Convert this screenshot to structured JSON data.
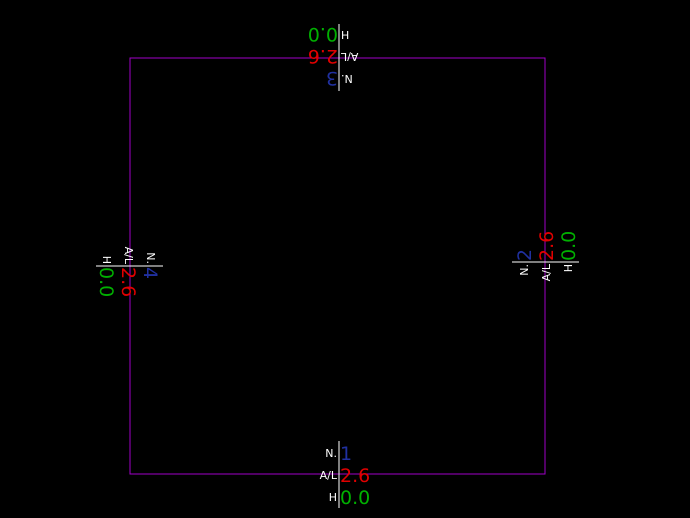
{
  "colors": {
    "background": "#000000",
    "outline": "#a000c8",
    "divider": "#ffffff",
    "label": "#ffffff",
    "node_number": "#2030a0",
    "length": "#e00000",
    "height": "#00b000"
  },
  "labels": {
    "node_prefix": "N.",
    "length_prefix": "A/L",
    "height_prefix": "H"
  },
  "markers": [
    {
      "id": "bottom",
      "node": "1",
      "length": "2.6",
      "height": "0.0"
    },
    {
      "id": "right",
      "node": "2",
      "length": "2.6",
      "height": "0.0"
    },
    {
      "id": "top",
      "node": "3",
      "length": "2.6",
      "height": "0.0"
    },
    {
      "id": "left",
      "node": "4",
      "length": "2.6",
      "height": "0.0"
    }
  ]
}
